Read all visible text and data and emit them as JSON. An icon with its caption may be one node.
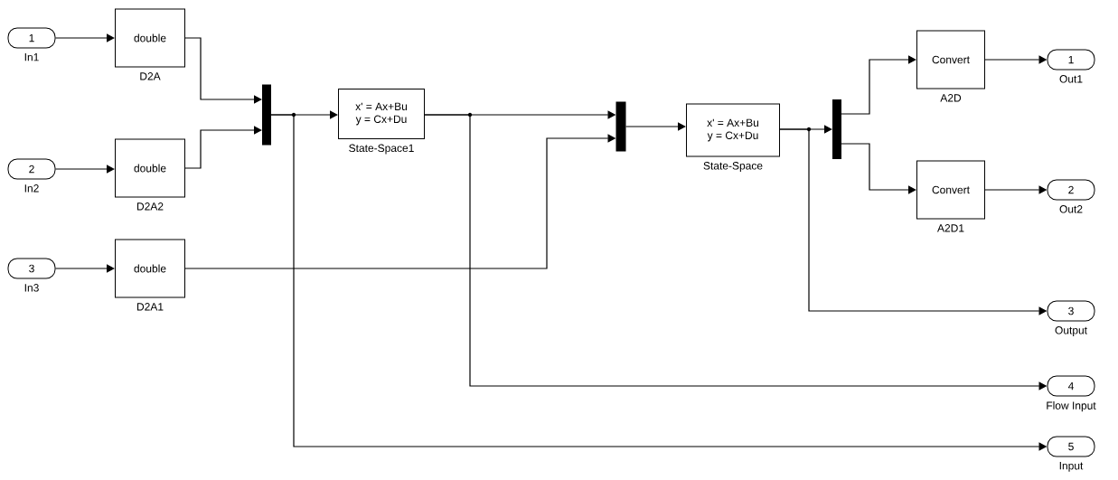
{
  "diagram": {
    "nodes": [
      {
        "text": [
          "1"
        ],
        "beside": [
          "In1"
        ]
      },
      {
        "text": [
          "2"
        ],
        "beside": [
          "In2"
        ]
      },
      {
        "text": [
          "3"
        ],
        "beside": [
          "In3"
        ]
      },
      {
        "text": [
          "double"
        ],
        "beside": [
          "D2A"
        ]
      },
      {
        "text": [
          "double"
        ],
        "beside": [
          "D2A2"
        ]
      },
      {
        "text": [
          "double"
        ],
        "beside": [
          "D2A1"
        ]
      },
      {
        "text": [],
        "shape": "bar"
      },
      {
        "text": [
          "x' = Ax+Bu",
          "y = Cx+Du"
        ],
        "beside": [
          "State-Space1"
        ]
      },
      {
        "text": [],
        "shape": "bar"
      },
      {
        "text": [
          "x' = Ax+Bu",
          "y = Cx+Du"
        ],
        "beside": [
          "State-Space"
        ]
      },
      {
        "text": [],
        "shape": "bar"
      },
      {
        "text": [
          "Convert"
        ],
        "beside": [
          "A2D"
        ]
      },
      {
        "text": [
          "Convert"
        ],
        "beside": [
          "A2D1"
        ]
      },
      {
        "text": [
          "1"
        ],
        "beside": [
          "Out1"
        ]
      },
      {
        "text": [
          "2"
        ],
        "beside": [
          "Out2"
        ]
      },
      {
        "text": [
          "3"
        ],
        "beside": [
          "Output"
        ]
      },
      {
        "text": [
          "4"
        ],
        "beside": [
          "Flow Input"
        ]
      },
      {
        "text": [
          "5"
        ],
        "beside": [
          "Input"
        ]
      }
    ],
    "edges": [
      {
        "from": 0,
        "to": 3,
        "arrow": "to"
      },
      {
        "from": 1,
        "to": 4,
        "arrow": "to"
      },
      {
        "from": 2,
        "to": 5,
        "arrow": "to"
      },
      {
        "from": 3,
        "to": 6,
        "arrow": "to"
      },
      {
        "from": 4,
        "to": 6,
        "arrow": "to"
      },
      {
        "from": 6,
        "to": 7,
        "arrow": "to"
      },
      {
        "from": 7,
        "to": 8,
        "arrow": "to"
      },
      {
        "from": 5,
        "to": 8,
        "arrow": "to"
      },
      {
        "from": 8,
        "to": 9,
        "arrow": "to"
      },
      {
        "from": 9,
        "to": 10,
        "arrow": "to"
      },
      {
        "from": 10,
        "to": 11,
        "arrow": "to"
      },
      {
        "from": 10,
        "to": 12,
        "arrow": "to"
      },
      {
        "from": 11,
        "to": 13,
        "arrow": "to"
      },
      {
        "from": 12,
        "to": 14,
        "arrow": "to"
      },
      {
        "from": 9,
        "to": 15,
        "arrow": "to"
      },
      {
        "from": 7,
        "to": 16,
        "arrow": "to"
      },
      {
        "from": 6,
        "to": 17,
        "arrow": "to"
      }
    ]
  }
}
